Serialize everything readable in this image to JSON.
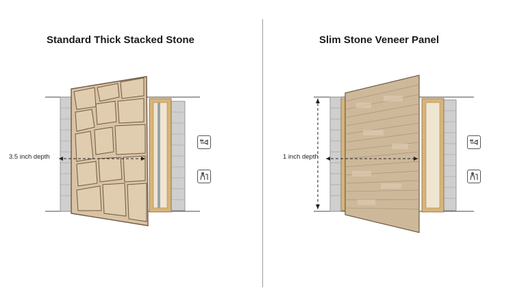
{
  "diagram": {
    "left": {
      "title": "Standard Thick Stacked Stone",
      "depth_label": "3.5 inch depth",
      "icons": [
        "measure-icon",
        "installer-icon"
      ]
    },
    "right": {
      "title": "Slim Stone Veneer Panel",
      "depth_label": "1 inch depth",
      "icons": [
        "measure-icon",
        "installer-icon"
      ]
    },
    "colors": {
      "stone_fill": "#d9c3a3",
      "stone_outline": "#6f5a45",
      "stud_wood": "#d7b47a",
      "block_gray": "#cfcfcf",
      "veneer_fill": "#cdb89a"
    }
  }
}
